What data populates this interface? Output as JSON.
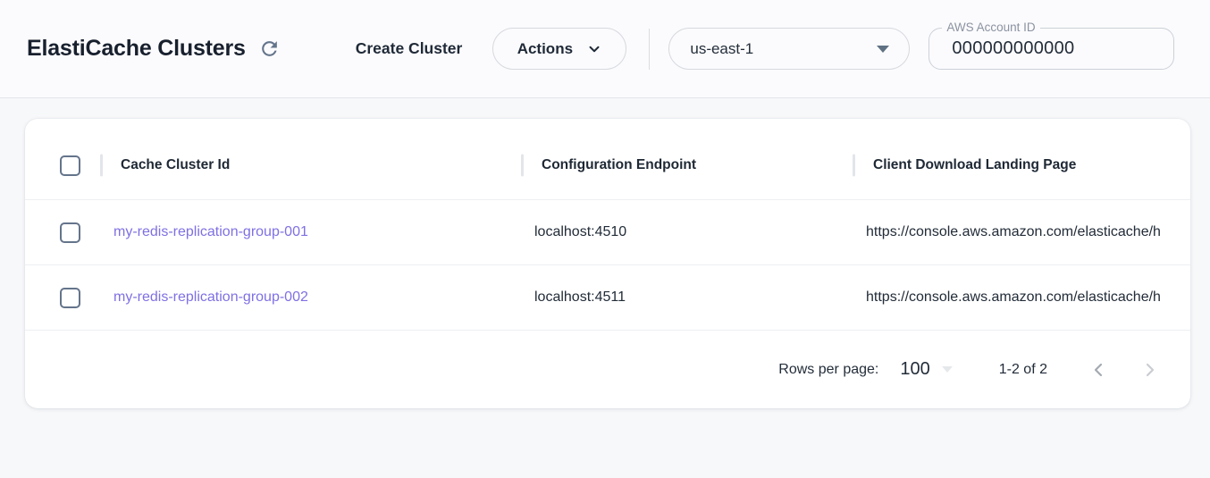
{
  "header": {
    "title": "ElastiCache Clusters",
    "create_cluster": "Create Cluster",
    "actions": "Actions",
    "region": "us-east-1",
    "account_id": {
      "label": "AWS Account ID",
      "value": "000000000000"
    }
  },
  "icons": {
    "refresh": "refresh-icon",
    "actions_chevron": "chevron-down-icon",
    "region_caret": "caret-down-icon",
    "rows_per_page_caret": "caret-down-icon",
    "previous_page": "chevron-left-icon",
    "next_page": "chevron-right-icon",
    "row_select": "checkbox"
  },
  "table": {
    "columns": {
      "cache_cluster_id": "Cache Cluster Id",
      "configuration_endpoint": "Configuration Endpoint",
      "client_download_landing_page": "Client Download Landing Page"
    },
    "rows": [
      {
        "cache_cluster_id": "my-redis-replication-group-001",
        "configuration_endpoint": "localhost:4510",
        "client_download_landing_page": "https://console.aws.amazon.com/elasticache/h"
      },
      {
        "cache_cluster_id": "my-redis-replication-group-002",
        "configuration_endpoint": "localhost:4511",
        "client_download_landing_page": "https://console.aws.amazon.com/elasticache/h"
      }
    ]
  },
  "pagination": {
    "rows_per_page_label": "Rows per page:",
    "rows_per_page_value": "100",
    "range": "1-2 of 2"
  },
  "colors": {
    "link": "#7e70e3",
    "icon_gray": "#64748b",
    "page_background": "#f7f8fa",
    "topbar_background": "#fbfbfd"
  }
}
